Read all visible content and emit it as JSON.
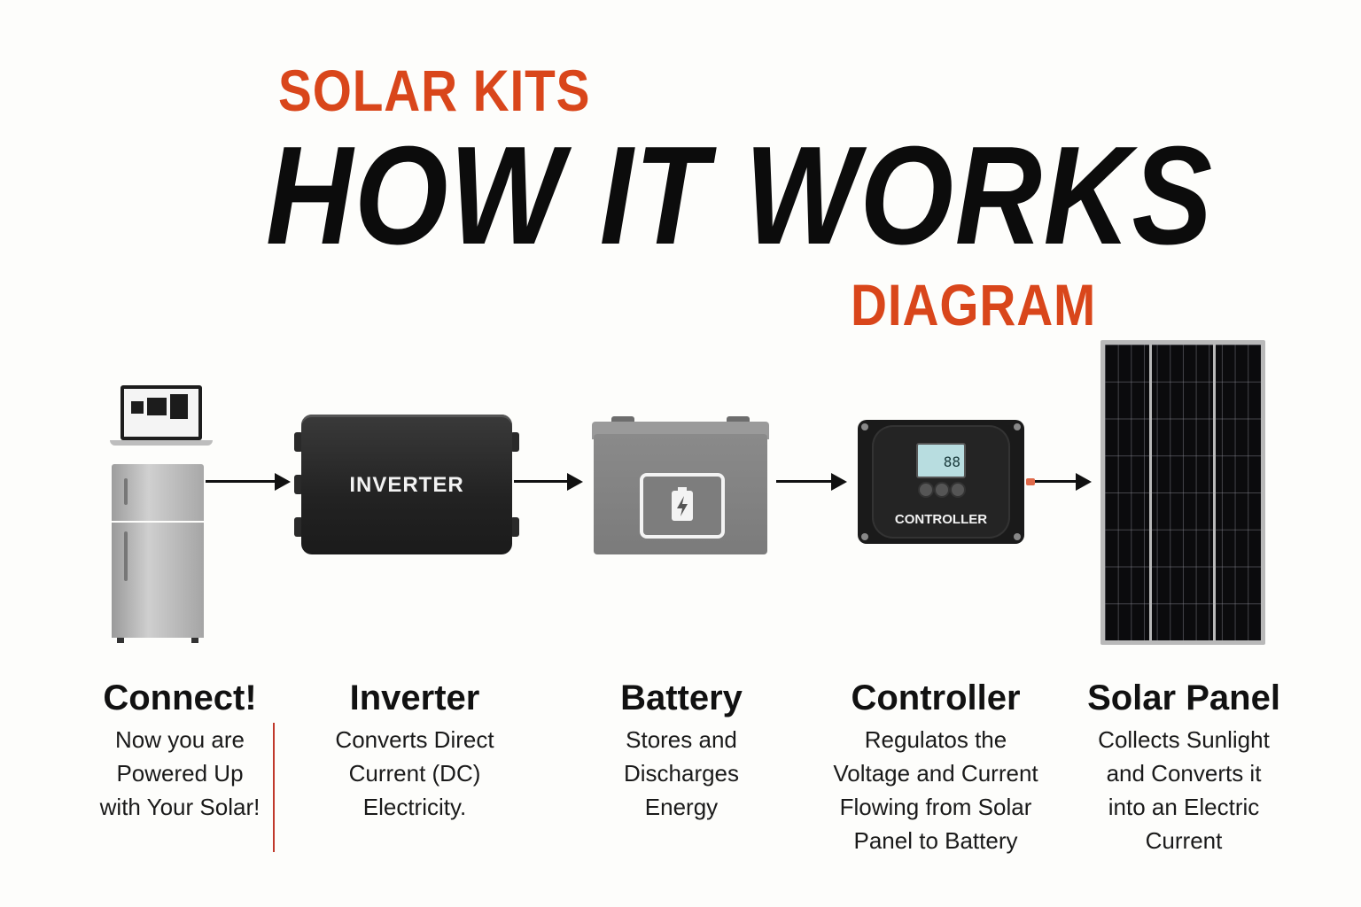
{
  "header": {
    "top": "SOLAR KITS",
    "main": "HOW IT WORKS",
    "bottom": "DIAGRAM"
  },
  "components": {
    "inverter_label": "INVERTER",
    "controller_label": "CONTROLLER",
    "controller_screen": "88"
  },
  "steps": [
    {
      "title": "Connect!",
      "desc": "Now you are\nPowered Up\n with Your Solar!"
    },
    {
      "title": "Inverter",
      "desc": "Converts Direct\nCurrent (DC)\nElectricity."
    },
    {
      "title": "Battery",
      "desc": "Stores and\nDischarges\nEnergy"
    },
    {
      "title": "Controller",
      "desc": "Regulatos the\nVoltage and Current\nFlowing from Solar\nPanel to Battery"
    },
    {
      "title": "Solar Panel",
      "desc": "Collects Sunlight\nand Converts it\ninto an Electric\nCurrent"
    }
  ],
  "colors": {
    "accent": "#d9461b",
    "text": "#111111",
    "divider": "#c0392b"
  },
  "icons": [
    "refrigerator-icon",
    "laptop-icon",
    "inverter-icon",
    "battery-icon",
    "charge-controller-icon",
    "solar-panel-icon",
    "arrow-icon"
  ]
}
